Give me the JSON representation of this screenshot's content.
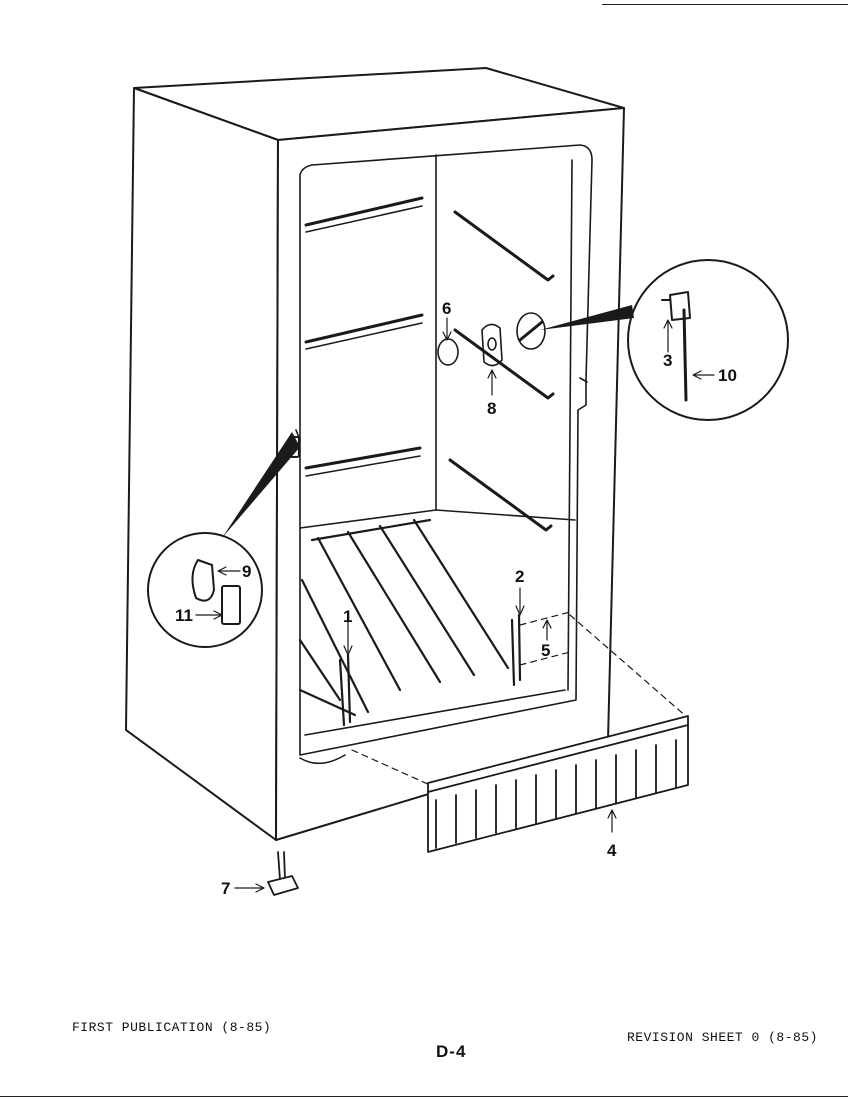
{
  "diagram": {
    "callouts": {
      "c1": "1",
      "c2": "2",
      "c3": "3",
      "c4": "4",
      "c5": "5",
      "c6": "6",
      "c7": "7",
      "c8": "8",
      "c9": "9",
      "c10": "10",
      "c11": "11"
    }
  },
  "footer": {
    "first_publication": "FIRST PUBLICATION (8-85)",
    "revision": "REVISION SHEET 0 (8-85)",
    "page": "D-4"
  }
}
